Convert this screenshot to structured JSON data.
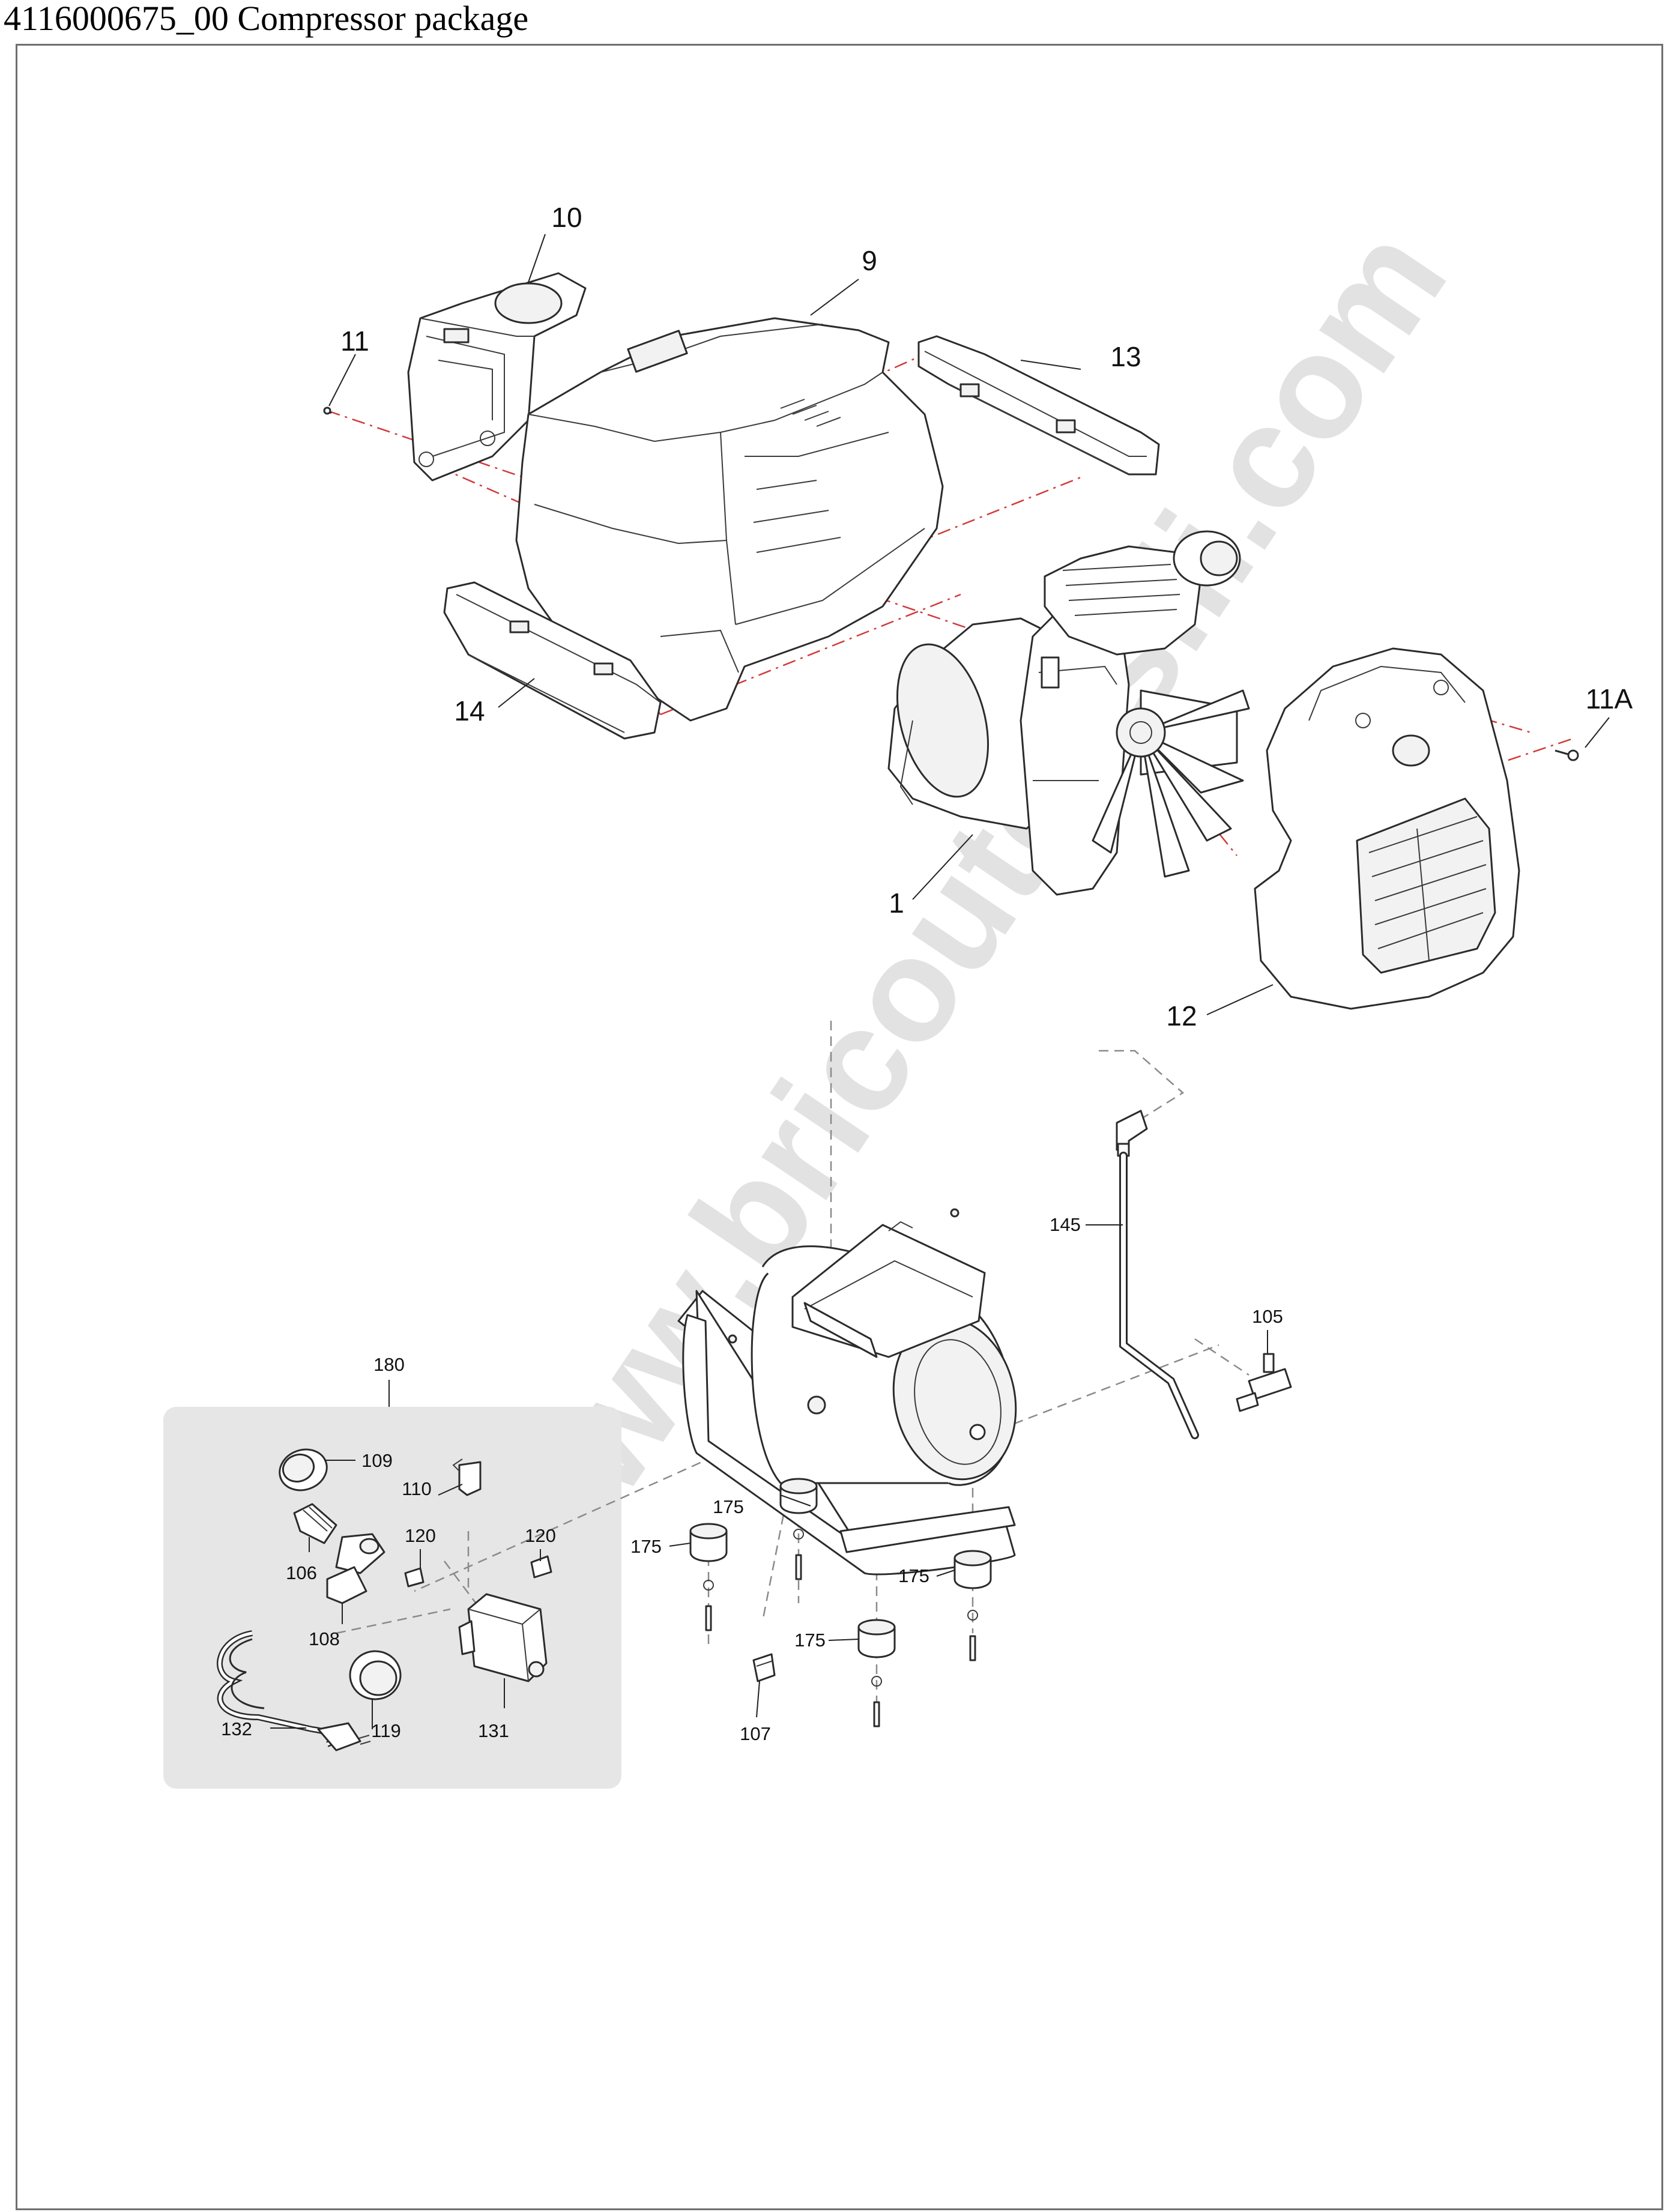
{
  "page": {
    "title": "4116000675_00 Compressor package"
  },
  "watermark": {
    "text": "www.bricoutensili.com"
  },
  "callouts": {
    "c10": "10",
    "c9": "9",
    "c11": "11",
    "c13": "13",
    "c14": "14",
    "c11a": "11A",
    "c1": "1",
    "c12": "12",
    "c145": "145",
    "c105": "105",
    "c180": "180",
    "c109": "109",
    "c110": "110",
    "c120a": "120",
    "c120b": "120",
    "c106": "106",
    "c108": "108",
    "c132": "132",
    "c119": "119",
    "c131": "131",
    "c175a": "175",
    "c175b": "175",
    "c175c": "175",
    "c175d": "175",
    "c107": "107"
  },
  "colors": {
    "frame": "#6f6f6f",
    "kit_background": "#e6e6e6",
    "assembly_line": "#d23a3a",
    "reference_line": "#8a8a8a"
  }
}
